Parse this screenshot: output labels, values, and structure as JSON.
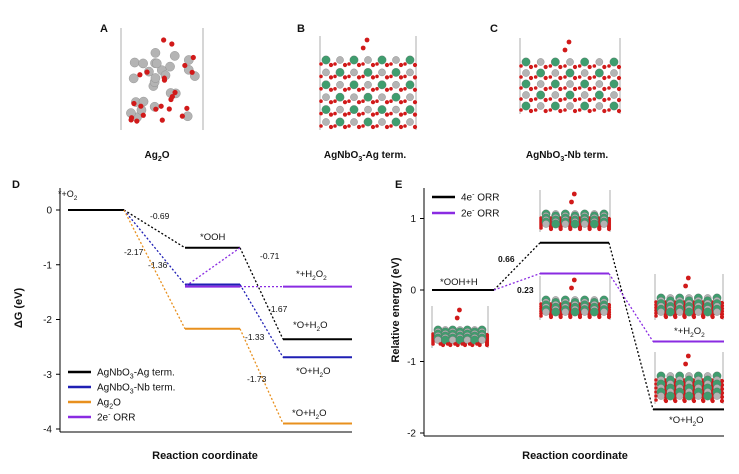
{
  "panels": {
    "A": {
      "letter": "A",
      "caption_main": "Ag",
      "caption_sub": "2",
      "caption_tail": "O"
    },
    "B": {
      "letter": "B",
      "caption_main": "AgNbO",
      "caption_sub": "3",
      "caption_tail": "-Ag term."
    },
    "C": {
      "letter": "C",
      "caption_main": "AgNbO",
      "caption_sub": "3",
      "caption_tail": "-Nb term."
    },
    "D": {
      "letter": "D"
    },
    "E": {
      "letter": "E"
    }
  },
  "colors": {
    "black": "#000000",
    "blue": "#1f1fb4",
    "orange": "#e8901e",
    "purple": "#8a2be2",
    "ag_atom": "#b4b4b4",
    "o_atom": "#d11a1a",
    "nb_atom": "#3f9d6e",
    "cell_line": "#9a9a9a"
  },
  "chart_data": [
    {
      "panel": "D",
      "type": "line",
      "xlabel": "Reaction coordinate",
      "ylabel": "ΔG (eV)",
      "ylim": [
        -4,
        0.5
      ],
      "yticks": [
        0,
        -1,
        -2,
        -3,
        -4
      ],
      "grid": false,
      "legend_placement": "bottom-left",
      "start_level": {
        "value": 0,
        "label": "*+O",
        "label_sub": "2"
      },
      "series": [
        {
          "name": "AgNbO3-Ag term.",
          "name_main": "AgNbO",
          "name_sub": "3",
          "name_tail": "-Ag term.",
          "color_key": "black",
          "values": [
            0,
            -0.69,
            -2.36
          ],
          "step_labels": [
            "-0.69",
            "-1.67"
          ],
          "level_labels": [
            "*OOH",
            "*O+H2O"
          ]
        },
        {
          "name": "AgNbO3-Nb term.",
          "name_main": "AgNbO",
          "name_sub": "3",
          "name_tail": "-Nb term.",
          "color_key": "blue",
          "values": [
            0,
            -1.36,
            -2.69
          ],
          "step_labels": [
            "-1.36",
            "-1.33"
          ],
          "level_labels": [
            "",
            "*O+H2O"
          ]
        },
        {
          "name": "Ag2O",
          "name_main": "Ag",
          "name_sub": "2",
          "name_tail": "O",
          "color_key": "orange",
          "values": [
            0,
            -2.17,
            -3.9
          ],
          "step_labels": [
            "-2.17",
            "-1.73"
          ],
          "level_labels": [
            "",
            "*O+H2O"
          ]
        },
        {
          "name": "2e⁻ ORR",
          "name_main": "2e",
          "name_sup": "-",
          "name_tail": " ORR",
          "color_key": "purple",
          "values": [
            null,
            -1.4,
            -1.4
          ],
          "step_labels": [
            "-0.71"
          ],
          "level_labels": [
            "",
            "*+H2O2"
          ]
        }
      ]
    },
    {
      "panel": "E",
      "type": "line",
      "xlabel": "Reaction coordinate",
      "ylabel": "Relative energy (eV)",
      "ylim": [
        -2,
        1.5
      ],
      "yticks": [
        1,
        0,
        -1,
        -2
      ],
      "grid": false,
      "legend_placement": "top-left",
      "start_level": {
        "value": 0,
        "label": "*OOH+H"
      },
      "series": [
        {
          "name": "4e⁻ ORR",
          "name_main": "4e",
          "name_sup": "-",
          "name_tail": " ORR",
          "color_key": "black",
          "values": [
            0,
            0.66,
            -1.67
          ],
          "step_label": "0.66",
          "end_label": "*O+H2O"
        },
        {
          "name": "2e⁻ ORR",
          "name_main": "2e",
          "name_sup": "-",
          "name_tail": " ORR",
          "color_key": "purple",
          "values": [
            0,
            0.23,
            -0.72
          ],
          "step_label": "0.23",
          "end_label": "*+H2O2"
        }
      ]
    }
  ]
}
